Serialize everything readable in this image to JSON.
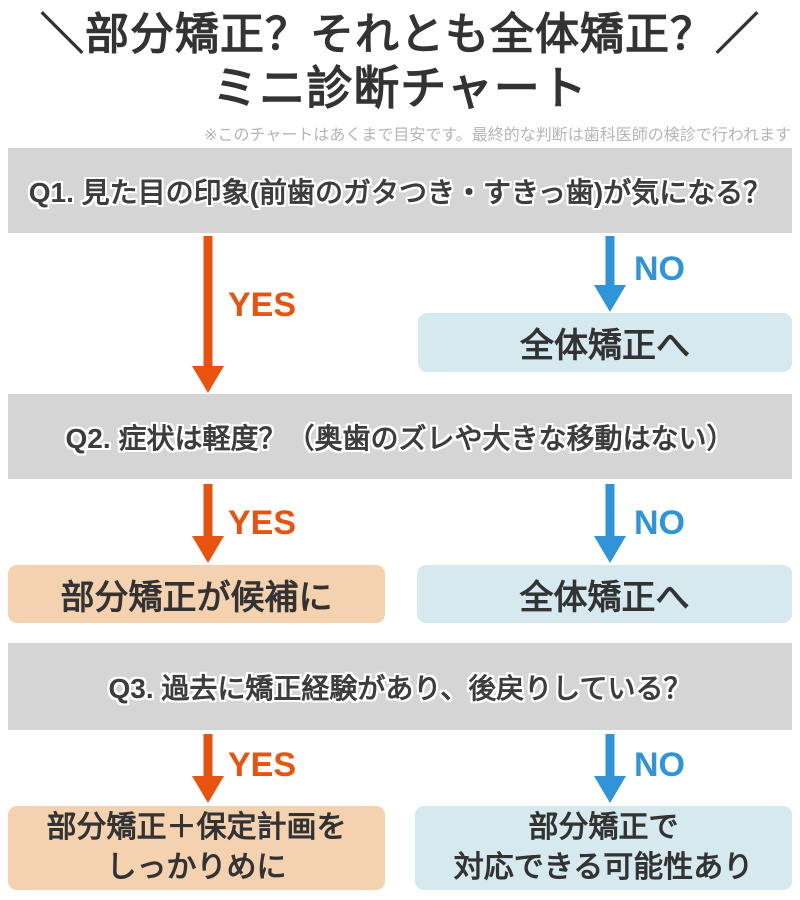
{
  "header": {
    "title_line1": "＼部分矯正？それとも全体矯正？／",
    "title_line2": "ミニ診断チャート",
    "disclaimer": "※このチャートはあくまで目安です。最終的な判断は歯科医師の検診で行われます"
  },
  "labels": {
    "yes": "YES",
    "no": "NO"
  },
  "questions": {
    "q1": "Q1. 見た目の印象(前歯のガタつき・すきっ歯)が気になる？",
    "q2": "Q2. 症状は軽度？（奥歯のズレや大きな移動はない）",
    "q3": "Q3. 過去に矯正経験があり、後戻りしている？"
  },
  "results": {
    "q1_no": "全体矯正へ",
    "q2_yes": "部分矯正が候補に",
    "q2_no": "全体矯正へ",
    "q3_yes_line1": "部分矯正＋保定計画を",
    "q3_yes_line2": "しっかりめに",
    "q3_no_line1": "部分矯正で",
    "q3_no_line2": "対応できる可能性あり"
  },
  "colors": {
    "question-bg": "#d5d5d5",
    "yes-accent": "#e8540f",
    "no-accent": "#3094d8",
    "partial-result-bg": "#f4d2b0",
    "full-result-bg": "#d5e9ef",
    "text-dark": "#333333",
    "question-text": "#3d3d3d",
    "disclaimer-text": "#b5b5b5"
  }
}
